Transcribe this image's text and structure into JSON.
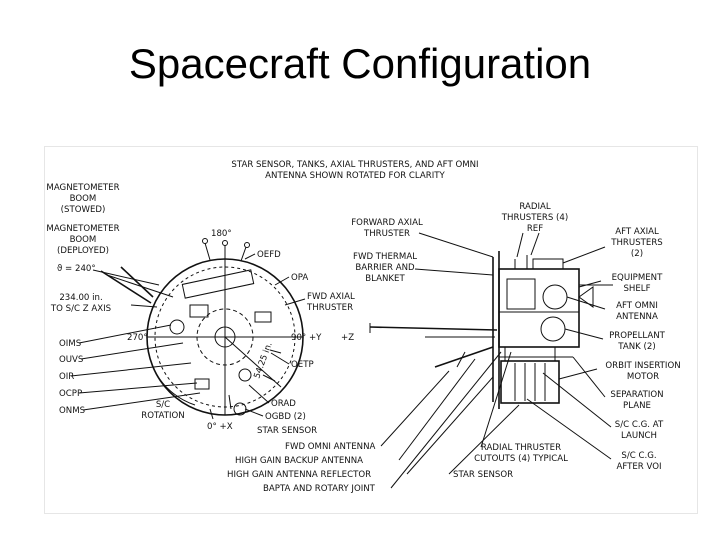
{
  "slide": {
    "title": "Spacecraft Configuration"
  },
  "diagram": {
    "header": [
      "STAR SENSOR, TANKS, AXIAL THRUSTERS, AND AFT OMNI",
      "ANTENNA SHOWN ROTATED FOR CLARITY"
    ],
    "left_labels": {
      "mag_boom_stowed": [
        "MAGNETOMETER",
        "BOOM",
        "(STOWED)"
      ],
      "mag_boom_deployed": [
        "MAGNETOMETER",
        "BOOM",
        "(DEPLOYED)"
      ],
      "theta": "ϑ = 240°",
      "z_axis": [
        "234.00 in.",
        "TO S/C Z AXIS"
      ],
      "deg_270": "270°",
      "oims": "OIMS",
      "ouvs": "OUVS",
      "oir": "OIR",
      "ocpp": "OCPP",
      "onms": "ONMS",
      "sc_rotation": [
        "S/C",
        "ROTATION"
      ]
    },
    "center_labels": {
      "deg_180": "180°",
      "oefd": "OEFD",
      "opa": "OPA",
      "fwd_axial_thruster": [
        "FWD AXIAL",
        "THRUSTER"
      ],
      "ninety_y": "90° +Y",
      "plus_z": "+Z",
      "oetp": "OETP",
      "orad": "ORAD",
      "ogbd": "OGBD (2)",
      "zero_x": "0° +X",
      "star_sensor_left": "STAR SENSOR",
      "dimension": "54.25 in."
    },
    "top_labels": {
      "forward_axial_thruster": [
        "FORWARD AXIAL",
        "THRUSTER"
      ],
      "radial_thrusters": [
        "RADIAL",
        "THRUSTERS (4)",
        "REF"
      ],
      "fwd_thermal": [
        "FWD THERMAL",
        "BARRIER AND",
        "BLANKET"
      ],
      "aft_axial": [
        "AFT AXIAL",
        "THRUSTERS",
        "(2)"
      ]
    },
    "right_labels": {
      "equipment_shelf": [
        "EQUIPMENT",
        "SHELF"
      ],
      "aft_omni": [
        "AFT OMNI",
        "ANTENNA"
      ],
      "propellant_tank": [
        "PROPELLANT",
        "TANK (2)"
      ],
      "orbit_insertion": [
        "ORBIT INSERTION",
        "MOTOR"
      ],
      "separation_plane": [
        "SEPARATION",
        "PLANE"
      ],
      "cg_launch": [
        "S/C C.G. AT",
        "LAUNCH"
      ],
      "cg_after": [
        "S/C C.G.",
        "AFTER VOI"
      ]
    },
    "bottom_labels": {
      "fwd_omni": "FWD OMNI ANTENNA",
      "high_gain_backup": "HIGH GAIN BACKUP ANTENNA",
      "high_gain_reflector": "HIGH GAIN ANTENNA REFLECTOR",
      "bapta": "BAPTA AND ROTARY JOINT",
      "radial_cutouts": [
        "RADIAL THRUSTER",
        "CUTOUTS (4) TYPICAL"
      ],
      "star_sensor_bottom": "STAR SENSOR"
    }
  }
}
